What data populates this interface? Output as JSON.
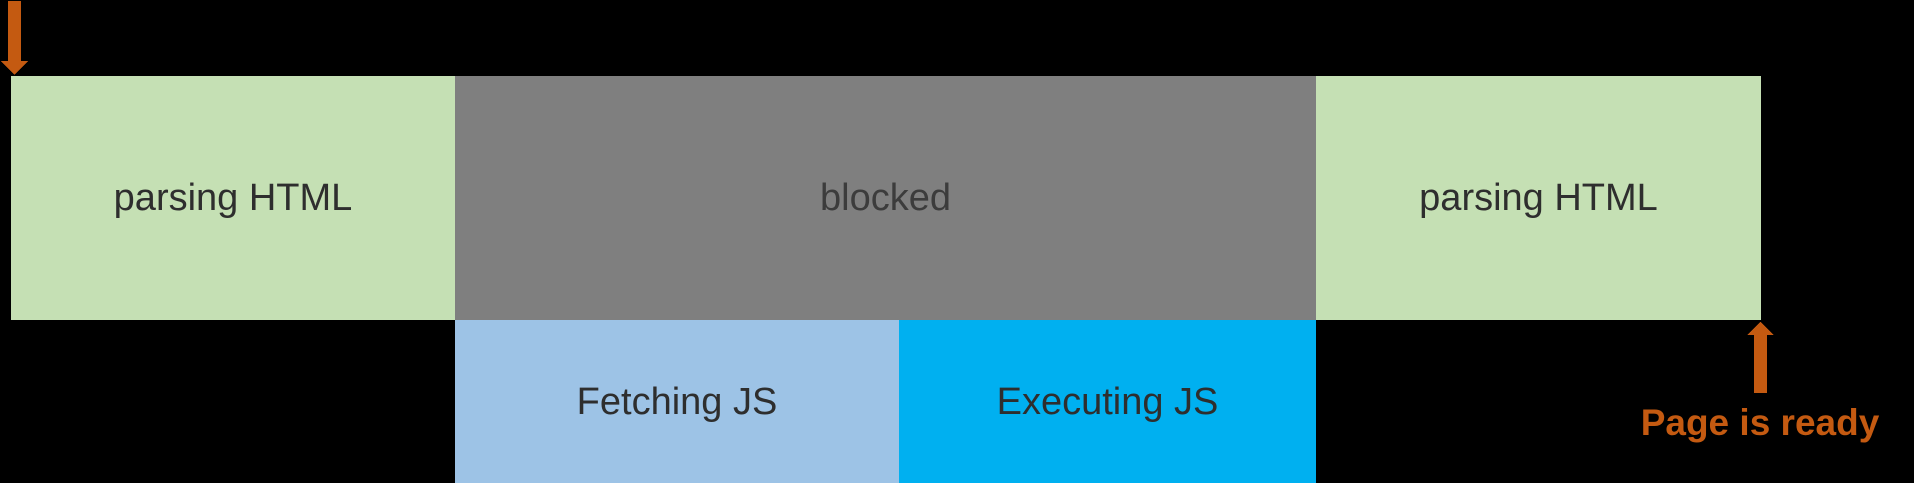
{
  "colors": {
    "background": "#000000",
    "parsing_fill": "#C5E0B4",
    "blocked_fill": "#7F7F7F",
    "fetching_fill": "#9DC3E6",
    "executing_fill": "#00B0F0",
    "arrow_orange": "#C45A11",
    "label_text": "#2E2E2E",
    "blocked_text": "#3C3C3C"
  },
  "timeline": {
    "top_row": [
      {
        "label": "parsing HTML"
      },
      {
        "label": "blocked"
      },
      {
        "label": "parsing HTML"
      }
    ],
    "bottom_row": [
      {
        "label": "Fetching JS"
      },
      {
        "label": "Executing JS"
      }
    ]
  },
  "annotations": {
    "page_ready_label": "Page is ready",
    "icons": {
      "start": "down-arrow-icon",
      "ready": "up-arrow-icon"
    }
  }
}
